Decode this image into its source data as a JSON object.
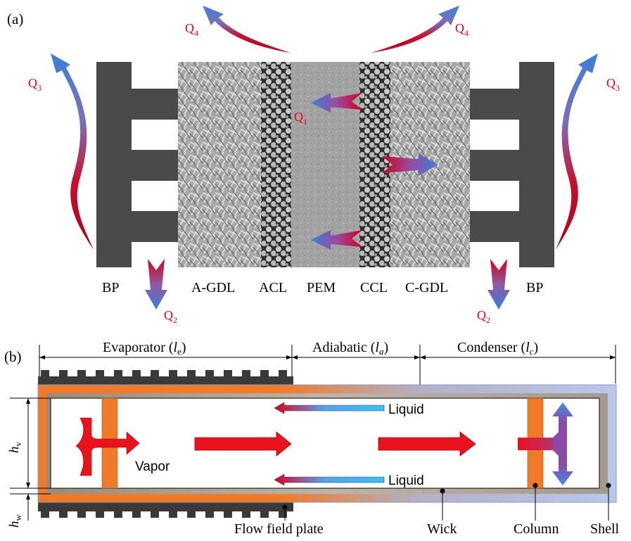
{
  "panel_a": {
    "tag": "(a)",
    "layer_labels": {
      "bp_left": "BP",
      "agdl": "A-GDL",
      "acl": "ACL",
      "pem": "PEM",
      "ccl": "CCL",
      "cgdl": "C-GDL",
      "bp_right": "BP"
    },
    "heat_labels": {
      "q1": "Q",
      "q1_sub": "1",
      "q2": "Q",
      "q2_sub": "2",
      "q3": "Q",
      "q3_sub": "3",
      "q4": "Q",
      "q4_sub": "4"
    }
  },
  "panel_b": {
    "tag": "(b)",
    "sections": {
      "evaporator": "Evaporator (",
      "evaporator_sym": "l",
      "evaporator_sub": "e",
      "adiabatic": "Adiabatic (",
      "adiabatic_sym": "l",
      "adiabatic_sub": "a",
      "condenser": "Condenser (",
      "condenser_sym": "l",
      "condenser_sub": "c",
      "close": ")"
    },
    "flow_labels": {
      "liquid_top": "Liquid",
      "liquid_bottom": "Liquid",
      "vapor": "Vapor"
    },
    "dimension_labels": {
      "hv": "h",
      "hv_sub": "v",
      "hw": "h",
      "hw_sub": "w"
    },
    "component_labels": {
      "flow_field_plate": "Flow field plate",
      "wick": "Wick",
      "column": "Column",
      "shell": "Shell"
    }
  },
  "colors": {
    "bipolar_plate": "#4a4a4a",
    "heat_red": "#d8001c",
    "heat_blue": "#3b78d8",
    "vapor_red": "#e8131c",
    "liquid_blue": "#38b4ec",
    "evaporator_orange": "#f07a28",
    "condenser_blue": "#b9c8e8",
    "label_red": "#e8001c"
  }
}
